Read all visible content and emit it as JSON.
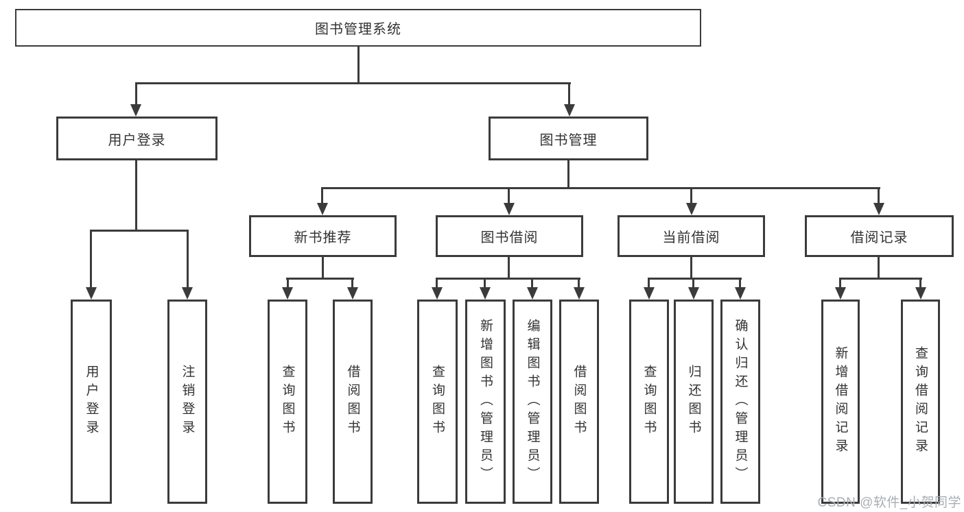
{
  "diagram": {
    "title": "图书管理系统",
    "watermark": "CSDN @软件_小贺同学",
    "colors": {
      "line": "#3b3b3b",
      "text": "#333333",
      "watermark": "#a9aeb3",
      "background": "#ffffff"
    },
    "nodes": {
      "root": {
        "label": "图书管理系统"
      },
      "user_login": {
        "label": "用户登录"
      },
      "book_mgmt": {
        "label": "图书管理"
      },
      "new_book_rec": {
        "label": "新书推荐"
      },
      "book_borrow": {
        "label": "图书借阅"
      },
      "current_borrow": {
        "label": "当前借阅"
      },
      "borrow_record": {
        "label": "借阅记录"
      },
      "leaf_user_login": {
        "label": "用户登录"
      },
      "leaf_logout": {
        "label": "注销登录"
      },
      "leaf_nb_query": {
        "label": "查询图书"
      },
      "leaf_nb_borrow": {
        "label": "借阅图书"
      },
      "leaf_bb_query": {
        "label": "查询图书"
      },
      "leaf_bb_add": {
        "label": "新增图书（管理员）"
      },
      "leaf_bb_edit": {
        "label": "编辑图书（管理员）"
      },
      "leaf_bb_borrow": {
        "label": "借阅图书"
      },
      "leaf_cb_query": {
        "label": "查询图书"
      },
      "leaf_cb_return": {
        "label": "归还图书"
      },
      "leaf_cb_confirm": {
        "label": "确认归还（管理员）"
      },
      "leaf_br_add": {
        "label": "新增借阅记录"
      },
      "leaf_br_query": {
        "label": "查询借阅记录"
      }
    }
  }
}
